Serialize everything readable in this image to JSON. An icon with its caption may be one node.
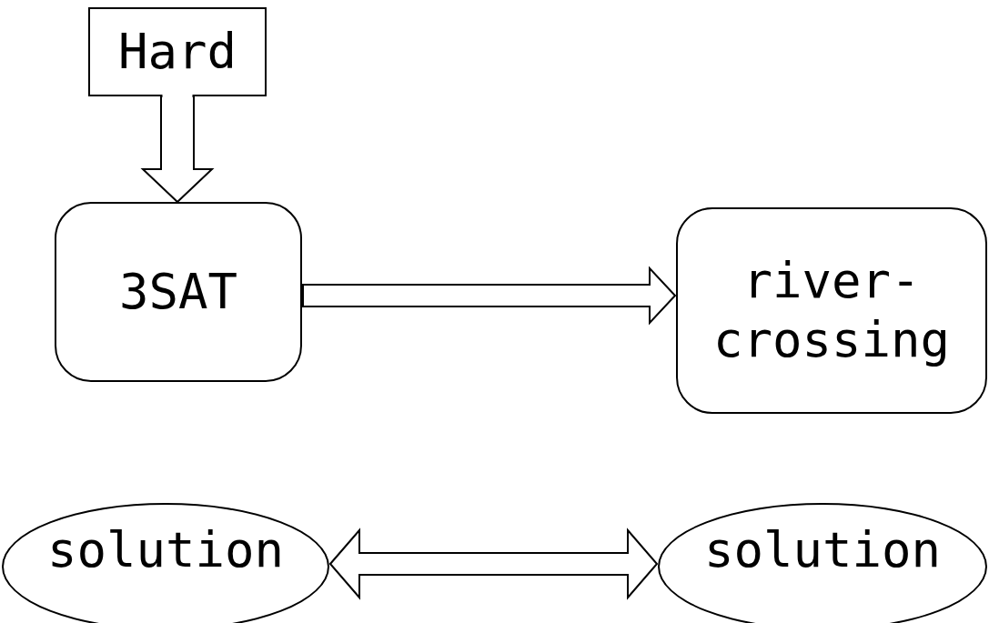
{
  "diagram": {
    "nodes": [
      {
        "text": [
          "Hard"
        ]
      },
      {
        "text": [
          "3SAT"
        ]
      },
      {
        "text": [
          "river-crossing"
        ]
      },
      {
        "text": [
          "solution"
        ]
      },
      {
        "text": [
          "solution"
        ]
      }
    ],
    "edges": [
      {
        "from": 0,
        "to": 1,
        "arrow": "to"
      },
      {
        "from": 1,
        "to": 2,
        "arrow": "to"
      },
      {
        "from": 3,
        "to": 4,
        "arrow": "both"
      }
    ]
  }
}
